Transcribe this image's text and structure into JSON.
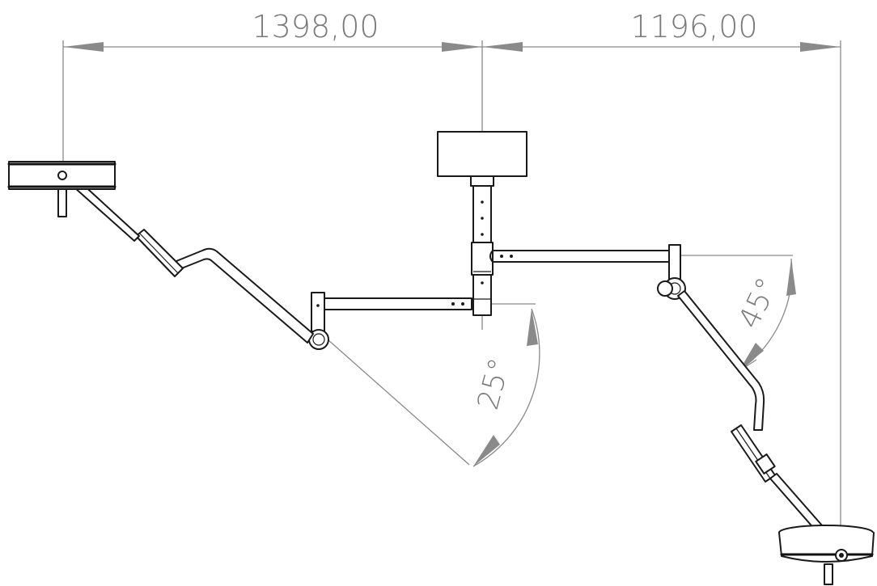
{
  "dimensions": {
    "left_width": "1398,00",
    "right_width": "1196,00",
    "left_angle": "25°",
    "right_angle": "45°"
  },
  "colors": {
    "line": "#1a1a1a",
    "dimension": "#8a8a8a"
  }
}
